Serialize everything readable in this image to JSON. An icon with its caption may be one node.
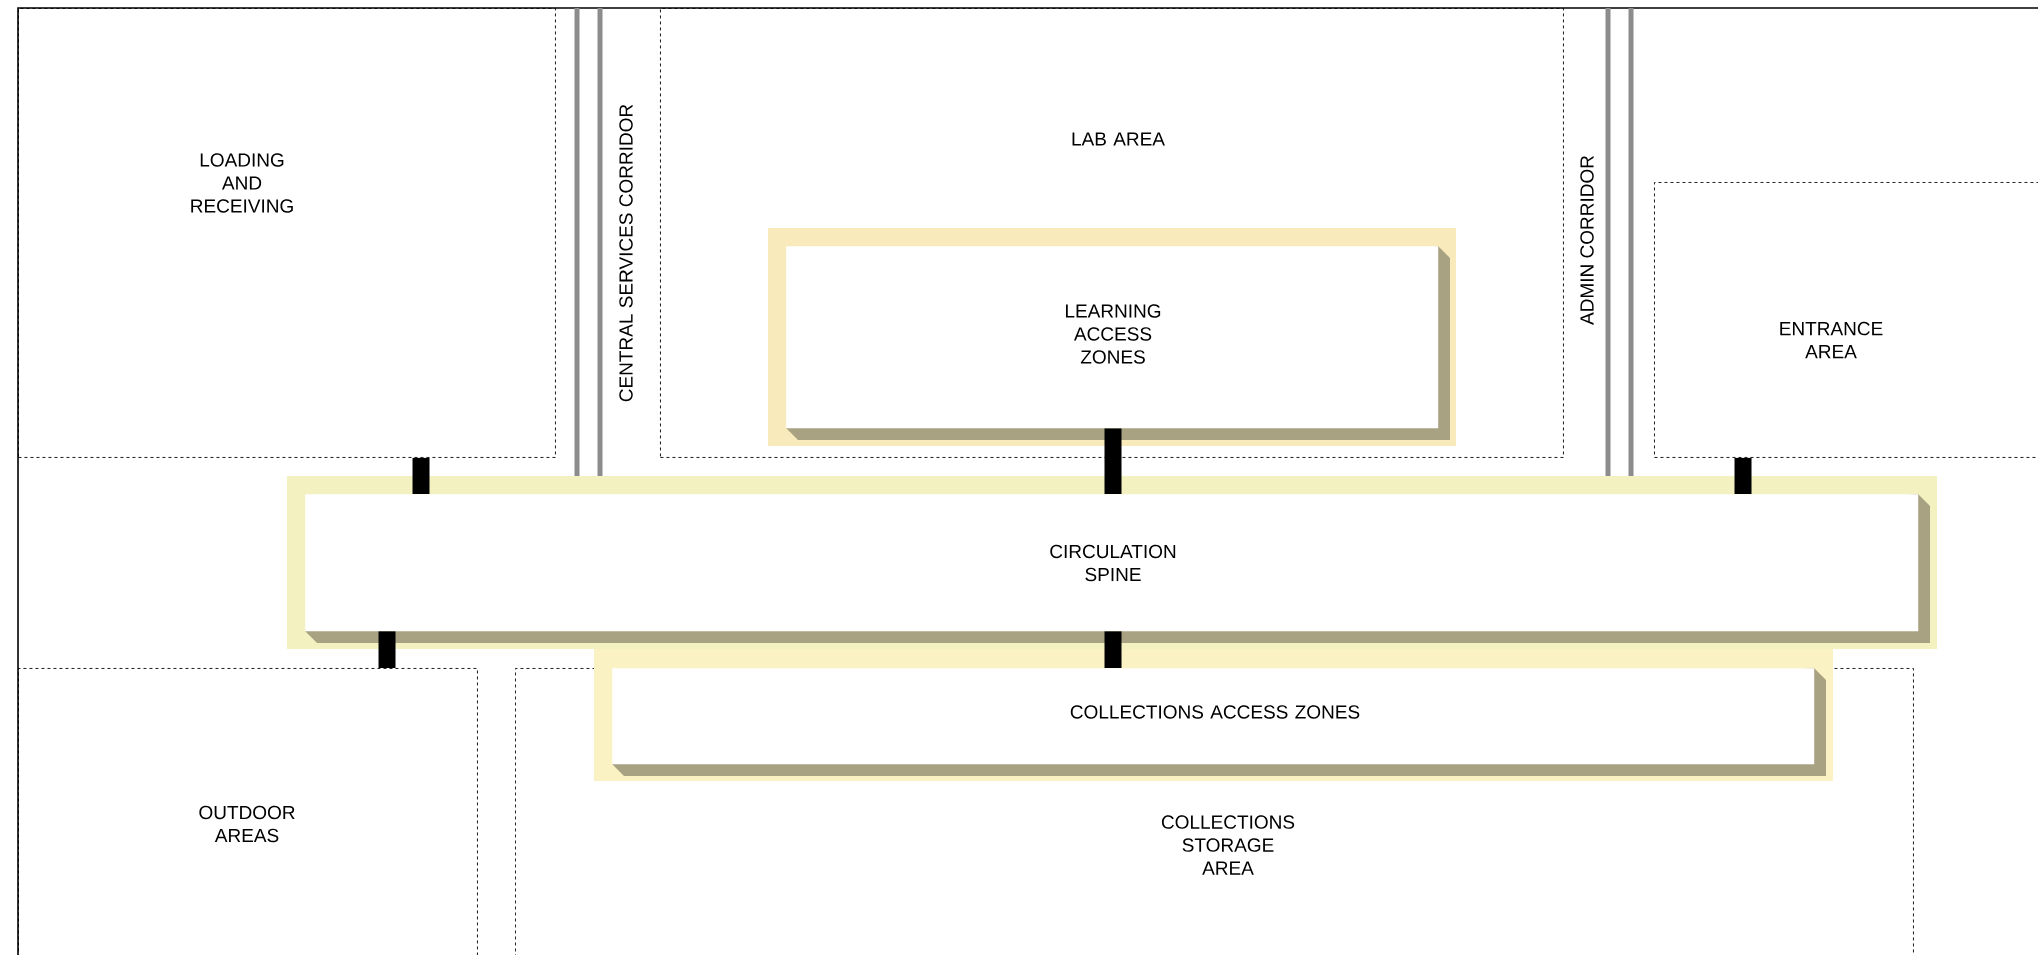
{
  "diagram": {
    "nodes": [
      {
        "text": [
          "LOADING AND RECEIVING"
        ]
      },
      {
        "text": [
          "CENTRAL SERVICES CORRIDOR"
        ]
      },
      {
        "text": [
          "LAB AREA"
        ]
      },
      {
        "text": [
          "LEARNING ACCESS ZONES"
        ],
        "in": 2
      },
      {
        "text": [
          "ADMIN CORRIDOR"
        ]
      },
      {
        "text": [
          "ENTRANCE AREA"
        ]
      },
      {
        "text": [
          "CIRCULATION SPINE"
        ]
      },
      {
        "text": [
          "OUTDOOR AREAS"
        ]
      },
      {
        "text": [
          "COLLECTIONS STORAGE AREA"
        ]
      },
      {
        "text": [
          "COLLECTIONS ACCESS ZONES"
        ]
      }
    ],
    "edges": [
      {
        "from": 0,
        "to": 6,
        "arrow": "none"
      },
      {
        "from": 3,
        "to": 6,
        "arrow": "none"
      },
      {
        "from": 5,
        "to": 6,
        "arrow": "none"
      },
      {
        "from": 6,
        "to": 7,
        "arrow": "none"
      },
      {
        "from": 6,
        "to": 9,
        "arrow": "none"
      }
    ]
  }
}
